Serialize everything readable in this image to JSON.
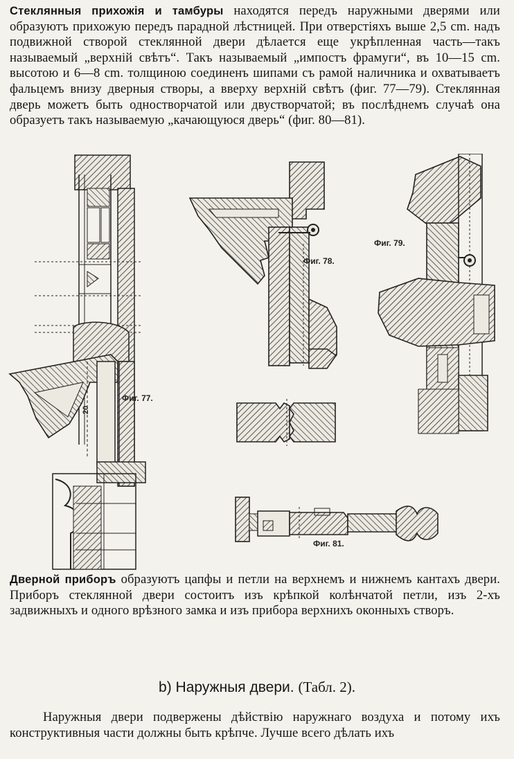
{
  "intro": {
    "lead": "Стеклянныя прихожія и тамбуры",
    "text": " находятся передъ наружными дверями или образуютъ прихожую передъ парадной лѣстницей. При отверстіяхъ выше 2,5 cm. надъ подвижной створой стеклянной двери дѣлается еще укрѣпленная часть—такъ называемый „верхній свѣтъ“. Такъ называемый „импостъ фрамуги“, въ 10—15 cm. высотою и 6—8 cm. толщиною соединенъ шипами съ рамой наличника и охватываетъ фальцемъ внизу дверныя створы, а вверху верхній свѣтъ (фиг. 77—79). Стеклянная дверь можетъ быть одностворчатой или двустворчатой; въ послѣднемъ случаѣ она образуетъ такъ называемую „качающуюся дверь“ (фиг. 80—81)."
  },
  "figures": {
    "fig77": "Фиг. 77.",
    "fig78": "Фиг. 78.",
    "fig79": "Фиг. 79.",
    "fig81": "Фиг. 81.",
    "dimension": "20"
  },
  "door_hardware": {
    "lead": "Дверной приборъ",
    "text": " образуютъ цапфы и петли на верхнемъ и нижнемъ кантахъ двери. Приборъ стеклянной двери состоитъ изъ крѣпкой колѣнчатой петли, изъ 2-хъ задвижныхъ и одного врѣзного замка и изъ прибора верхнихъ оконныхъ створъ."
  },
  "section": {
    "title": "b) Наружныя двери.",
    "table_ref": "(Табл. 2)."
  },
  "outer_doors": {
    "text": "Наружныя двери подвержены дѣйствію наружнаго воздуха и потому ихъ конструктивныя части должны быть крѣпче. Лучше всего дѣлать ихъ"
  }
}
